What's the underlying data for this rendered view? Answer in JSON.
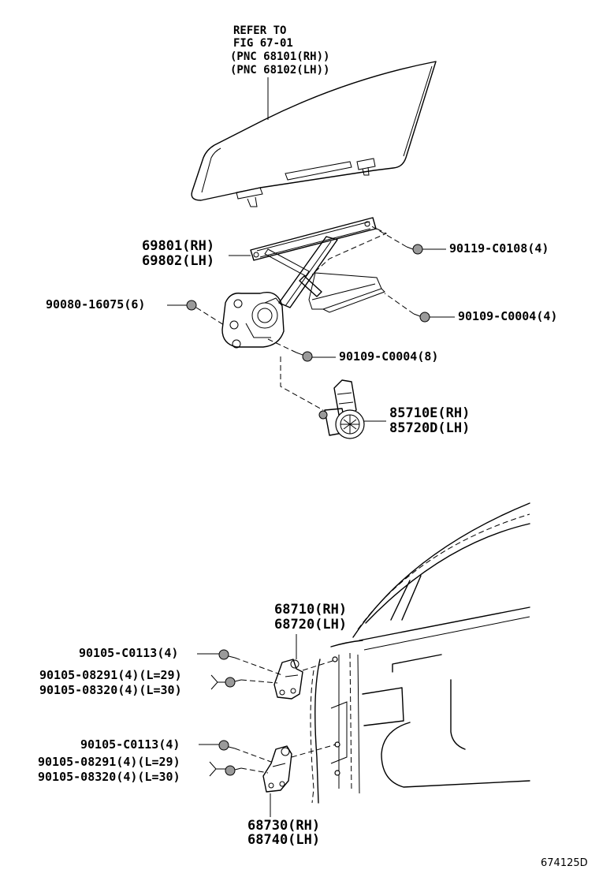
{
  "refer_note": {
    "line1": "REFER TO",
    "line2": "FIG 67-01",
    "line3": "(PNC 68101(RH))",
    "line4": "(PNC 68102(LH))"
  },
  "parts": {
    "regulator": {
      "rh": "69801(RH)",
      "lh": "69802(LH)"
    },
    "bolt_90119": "90119-C0108(4)",
    "bolt_90080": "90080-16075(6)",
    "bolt_90109_a": "90109-C0004(4)",
    "bolt_90109_b": "90109-C0004(8)",
    "motor": {
      "rh": "85710E(RH)",
      "lh": "85720D(LH)"
    },
    "upper_hinge": {
      "rh": "68710(RH)",
      "lh": "68720(LH)"
    },
    "upper_bolt": "90105-C0113(4)",
    "upper_bolt_l29": "90105-08291(4)(L=29)",
    "upper_bolt_l30": "90105-08320(4)(L=30)",
    "lower_bolt": "90105-C0113(4)",
    "lower_bolt_l29": "90105-08291(4)(L=29)",
    "lower_bolt_l30": "90105-08320(4)(L=30)",
    "lower_hinge": {
      "rh": "68730(RH)",
      "lh": "68740(LH)"
    }
  },
  "figure_id": "674125D"
}
